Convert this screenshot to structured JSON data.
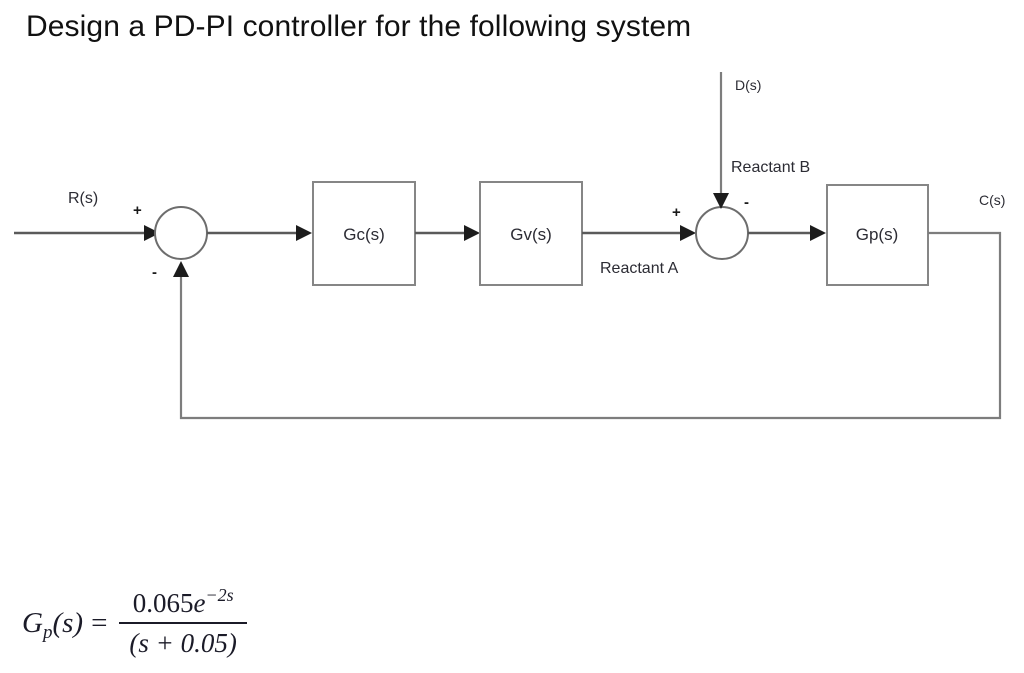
{
  "page": {
    "title": "Design a PD-PI controller for the following system"
  },
  "diagram": {
    "type": "control-block-diagram",
    "input_label": "R(s)",
    "output_label": "C(s)",
    "disturbance_label": "D(s)",
    "blocks": [
      {
        "id": "controller",
        "label": "Gc(s)"
      },
      {
        "id": "valve",
        "label": "Gv(s)"
      },
      {
        "id": "process",
        "label": "Gp(s)"
      }
    ],
    "summing_junctions": [
      {
        "id": "error-junction",
        "input_sign": "+",
        "feedback_sign": "-"
      },
      {
        "id": "disturbance-junction",
        "forward_sign": "+",
        "disturbance_sign": "-"
      }
    ],
    "stream_labels": [
      {
        "id": "reactant-a",
        "text": "Reactant A"
      },
      {
        "id": "reactant-b",
        "text": "Reactant B"
      }
    ],
    "feedback_path": "unity negative feedback from C(s) to error junction"
  },
  "formula": {
    "lhs_main": "G",
    "lhs_sub": "p",
    "lhs_arg": "(s)",
    "equals": "=",
    "numerator_coeff": "0.065",
    "numerator_base": "e",
    "numerator_exponent": "−2s",
    "denominator": "(s + 0.05)"
  }
}
